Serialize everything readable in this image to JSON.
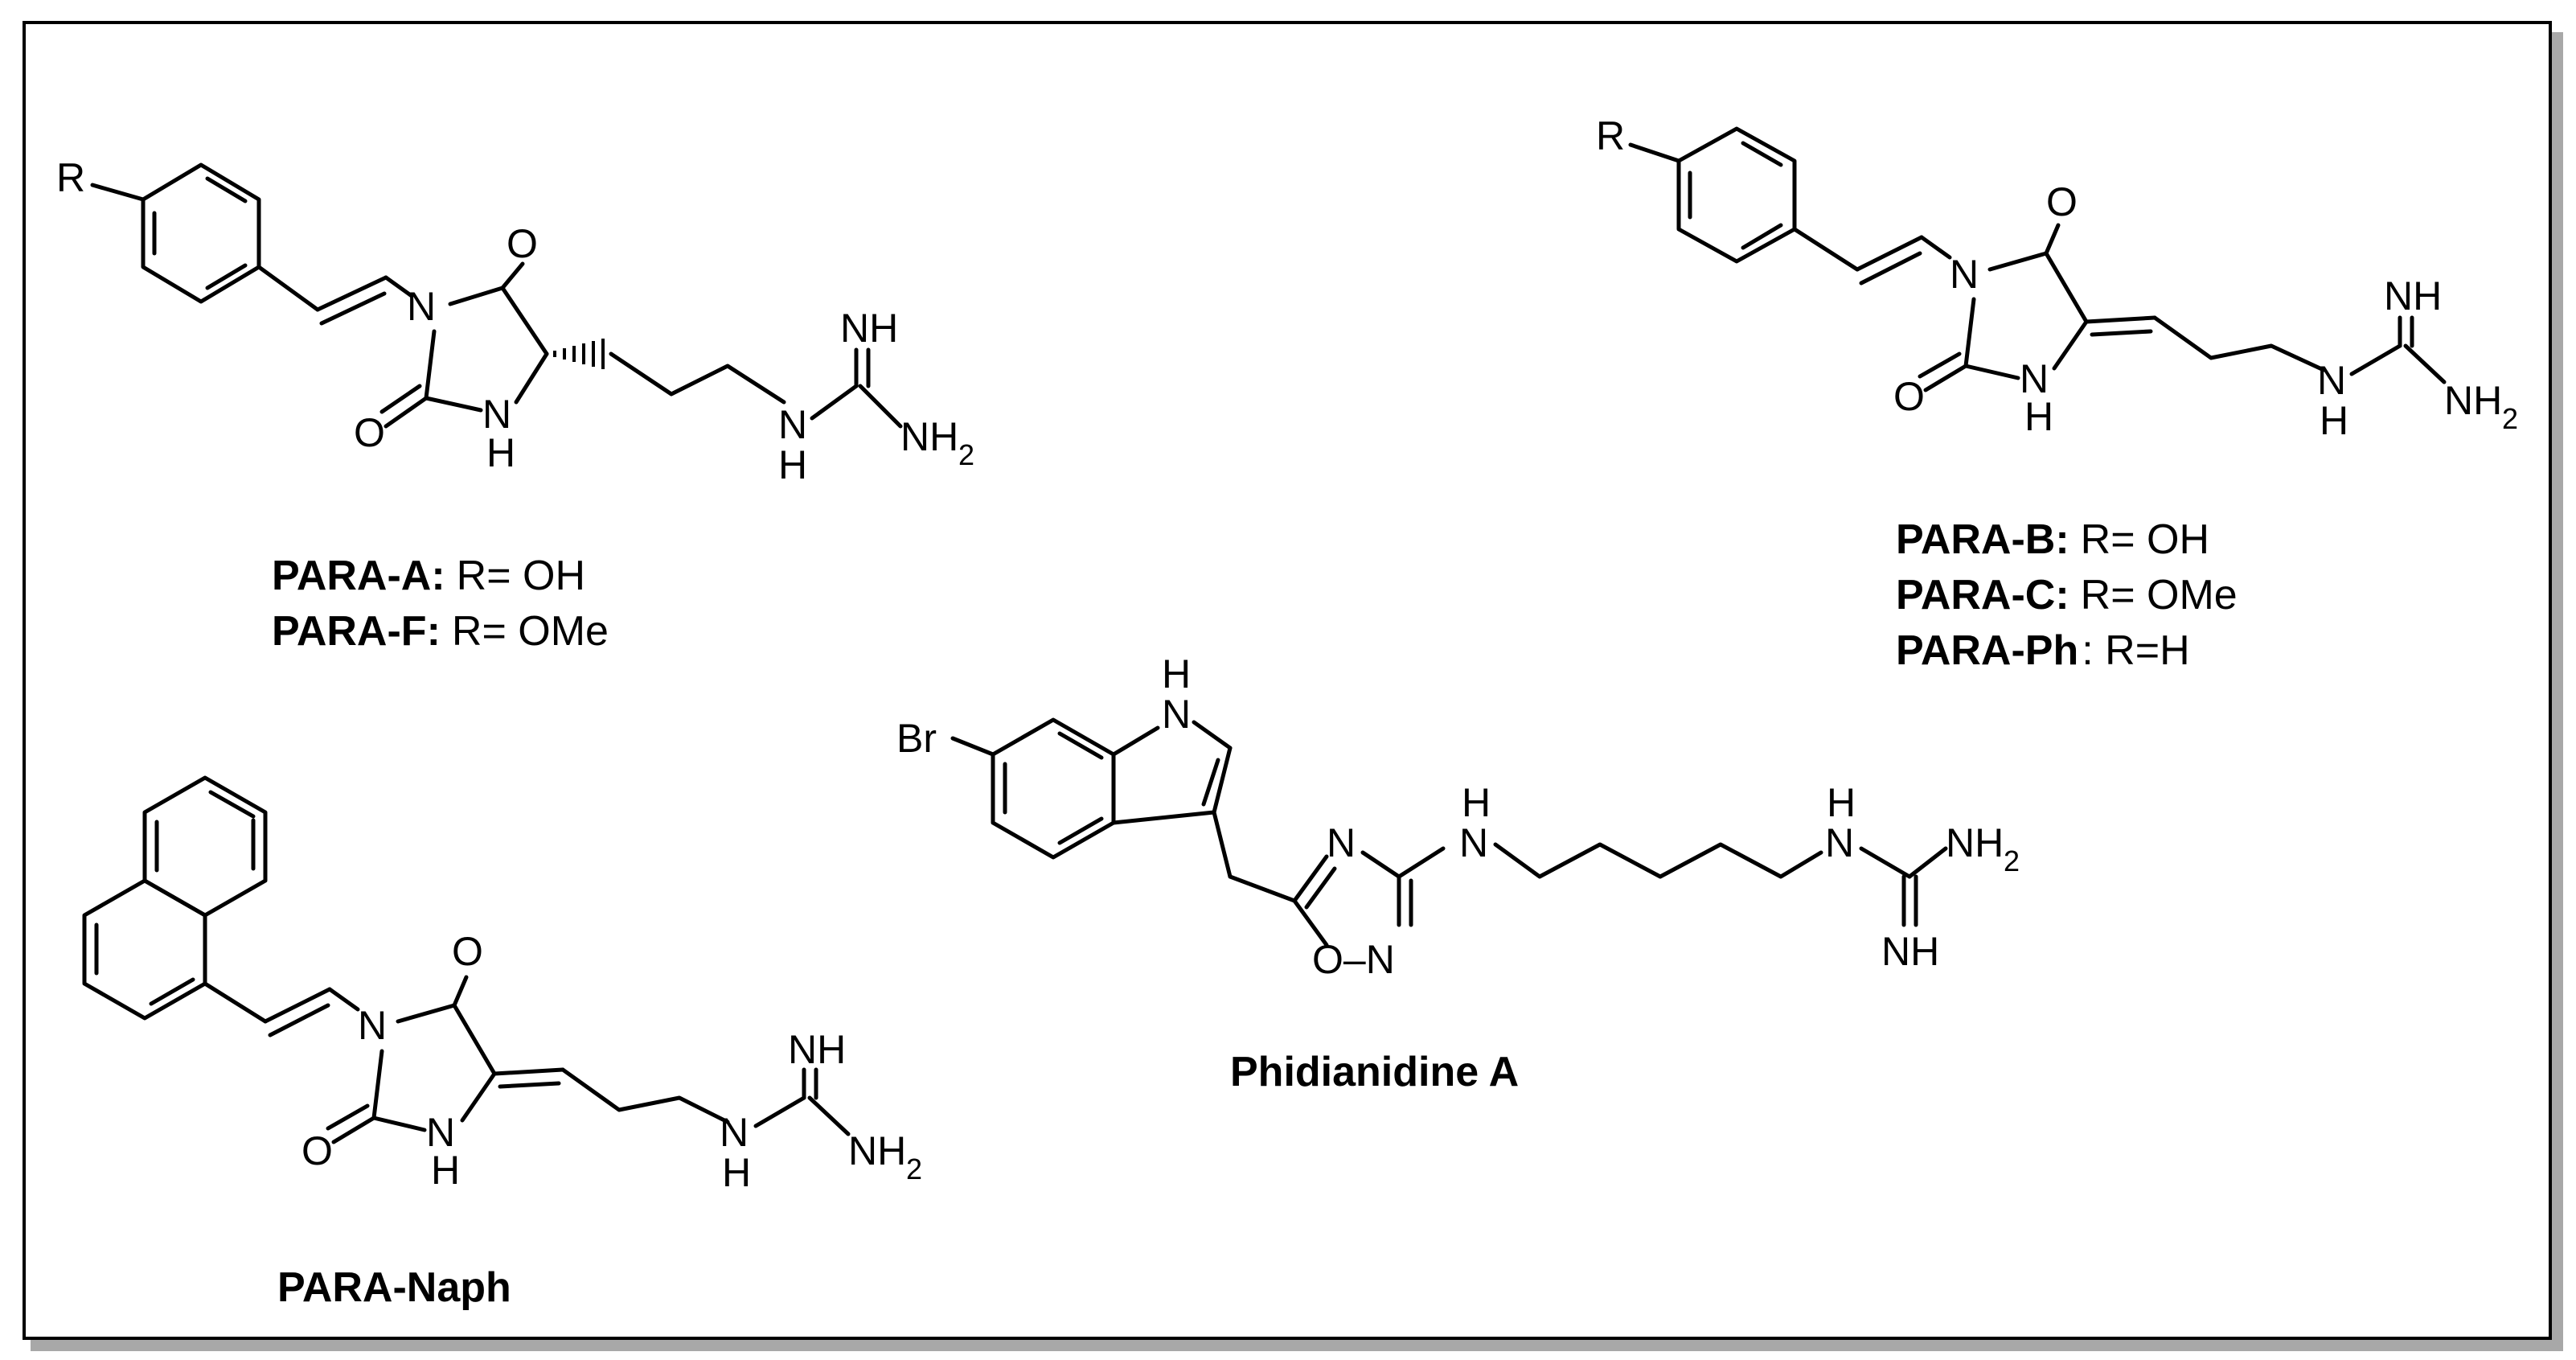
{
  "compounds": {
    "para_a_f": {
      "r_label": "R",
      "atoms": {
        "n_ring": "N",
        "o_top": "O",
        "o_left": "O",
        "n_h": "N",
        "h_of_nh": "H",
        "nh_imine": "NH",
        "n_amine": "N",
        "h_amine": "H",
        "nh2": "NH",
        "nh2_sub": "2"
      },
      "captions": [
        {
          "bold": "PARA-A:",
          "text": "R= OH"
        },
        {
          "bold": "PARA-F:",
          "text": "R= OMe"
        }
      ]
    },
    "para_b_c_ph": {
      "r_label": "R",
      "atoms": {
        "n_ring": "N",
        "o_top": "O",
        "o_left": "O",
        "n_h": "N",
        "h_of_nh": "H",
        "nh_imine": "NH",
        "n_amine": "N",
        "h_amine": "H",
        "nh2": "NH",
        "nh2_sub": "2"
      },
      "captions": [
        {
          "bold": "PARA-B:",
          "text": "R= OH"
        },
        {
          "bold": "PARA-C:",
          "text": "R= OMe"
        },
        {
          "bold": "PARA-Ph",
          "text": ": R=H"
        }
      ]
    },
    "para_naph": {
      "atoms": {
        "n_ring": "N",
        "o_top": "O",
        "o_left": "O",
        "n_h": "N",
        "h_of_nh": "H",
        "nh_imine": "NH",
        "n_amine": "N",
        "h_amine": "H",
        "nh2": "NH",
        "nh2_sub": "2"
      },
      "caption": "PARA-Naph"
    },
    "phidianidine_a": {
      "atoms": {
        "br": "Br",
        "indole_h": "H",
        "indole_n": "N",
        "oxa_n1": "N",
        "oxa_on": "O–N",
        "nh_h": "H",
        "nh_n": "N",
        "amine_h": "H",
        "amine_n": "N",
        "nh2": "NH",
        "nh2_sub": "2",
        "imine_nh": "NH"
      },
      "caption": "Phidianidine A"
    }
  }
}
